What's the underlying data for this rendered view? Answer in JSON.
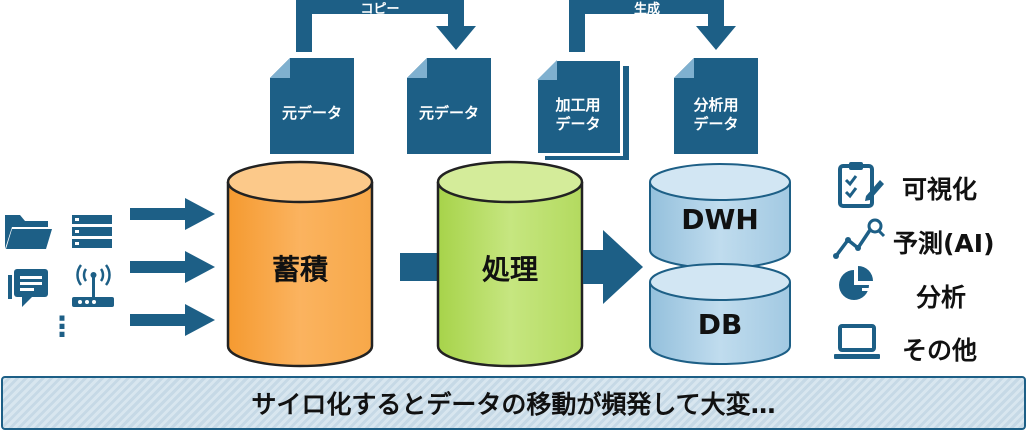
{
  "flows": {
    "copy_label": "コピー",
    "generate_label": "生成"
  },
  "documents": [
    {
      "id": "source-data-1",
      "label": "元データ"
    },
    {
      "id": "source-data-2",
      "label": "元データ"
    },
    {
      "id": "processed-data",
      "label": "加工用\nデータ"
    },
    {
      "id": "analysis-data",
      "label": "分析用\nデータ"
    }
  ],
  "stores": {
    "storage": "蓄積",
    "processing": "処理",
    "dwh": "DWH",
    "db": "DB"
  },
  "inputs": {
    "more": "⋮"
  },
  "outputs": [
    {
      "icon": "clipboard-check-icon",
      "label": "可視化"
    },
    {
      "icon": "line-chart-icon",
      "label": "予測(AI)"
    },
    {
      "icon": "pie-chart-icon",
      "label": "分析"
    },
    {
      "icon": "laptop-icon",
      "label": "その他"
    }
  ],
  "banner": {
    "text": "サイロ化するとデータの移動が頻発して大変…"
  },
  "colors": {
    "primary": "#1d5f86",
    "storage_cylinder": "#f9a84a",
    "processing_cylinder": "#b5dc5e",
    "dwh_cylinder": "#a8cde4"
  }
}
